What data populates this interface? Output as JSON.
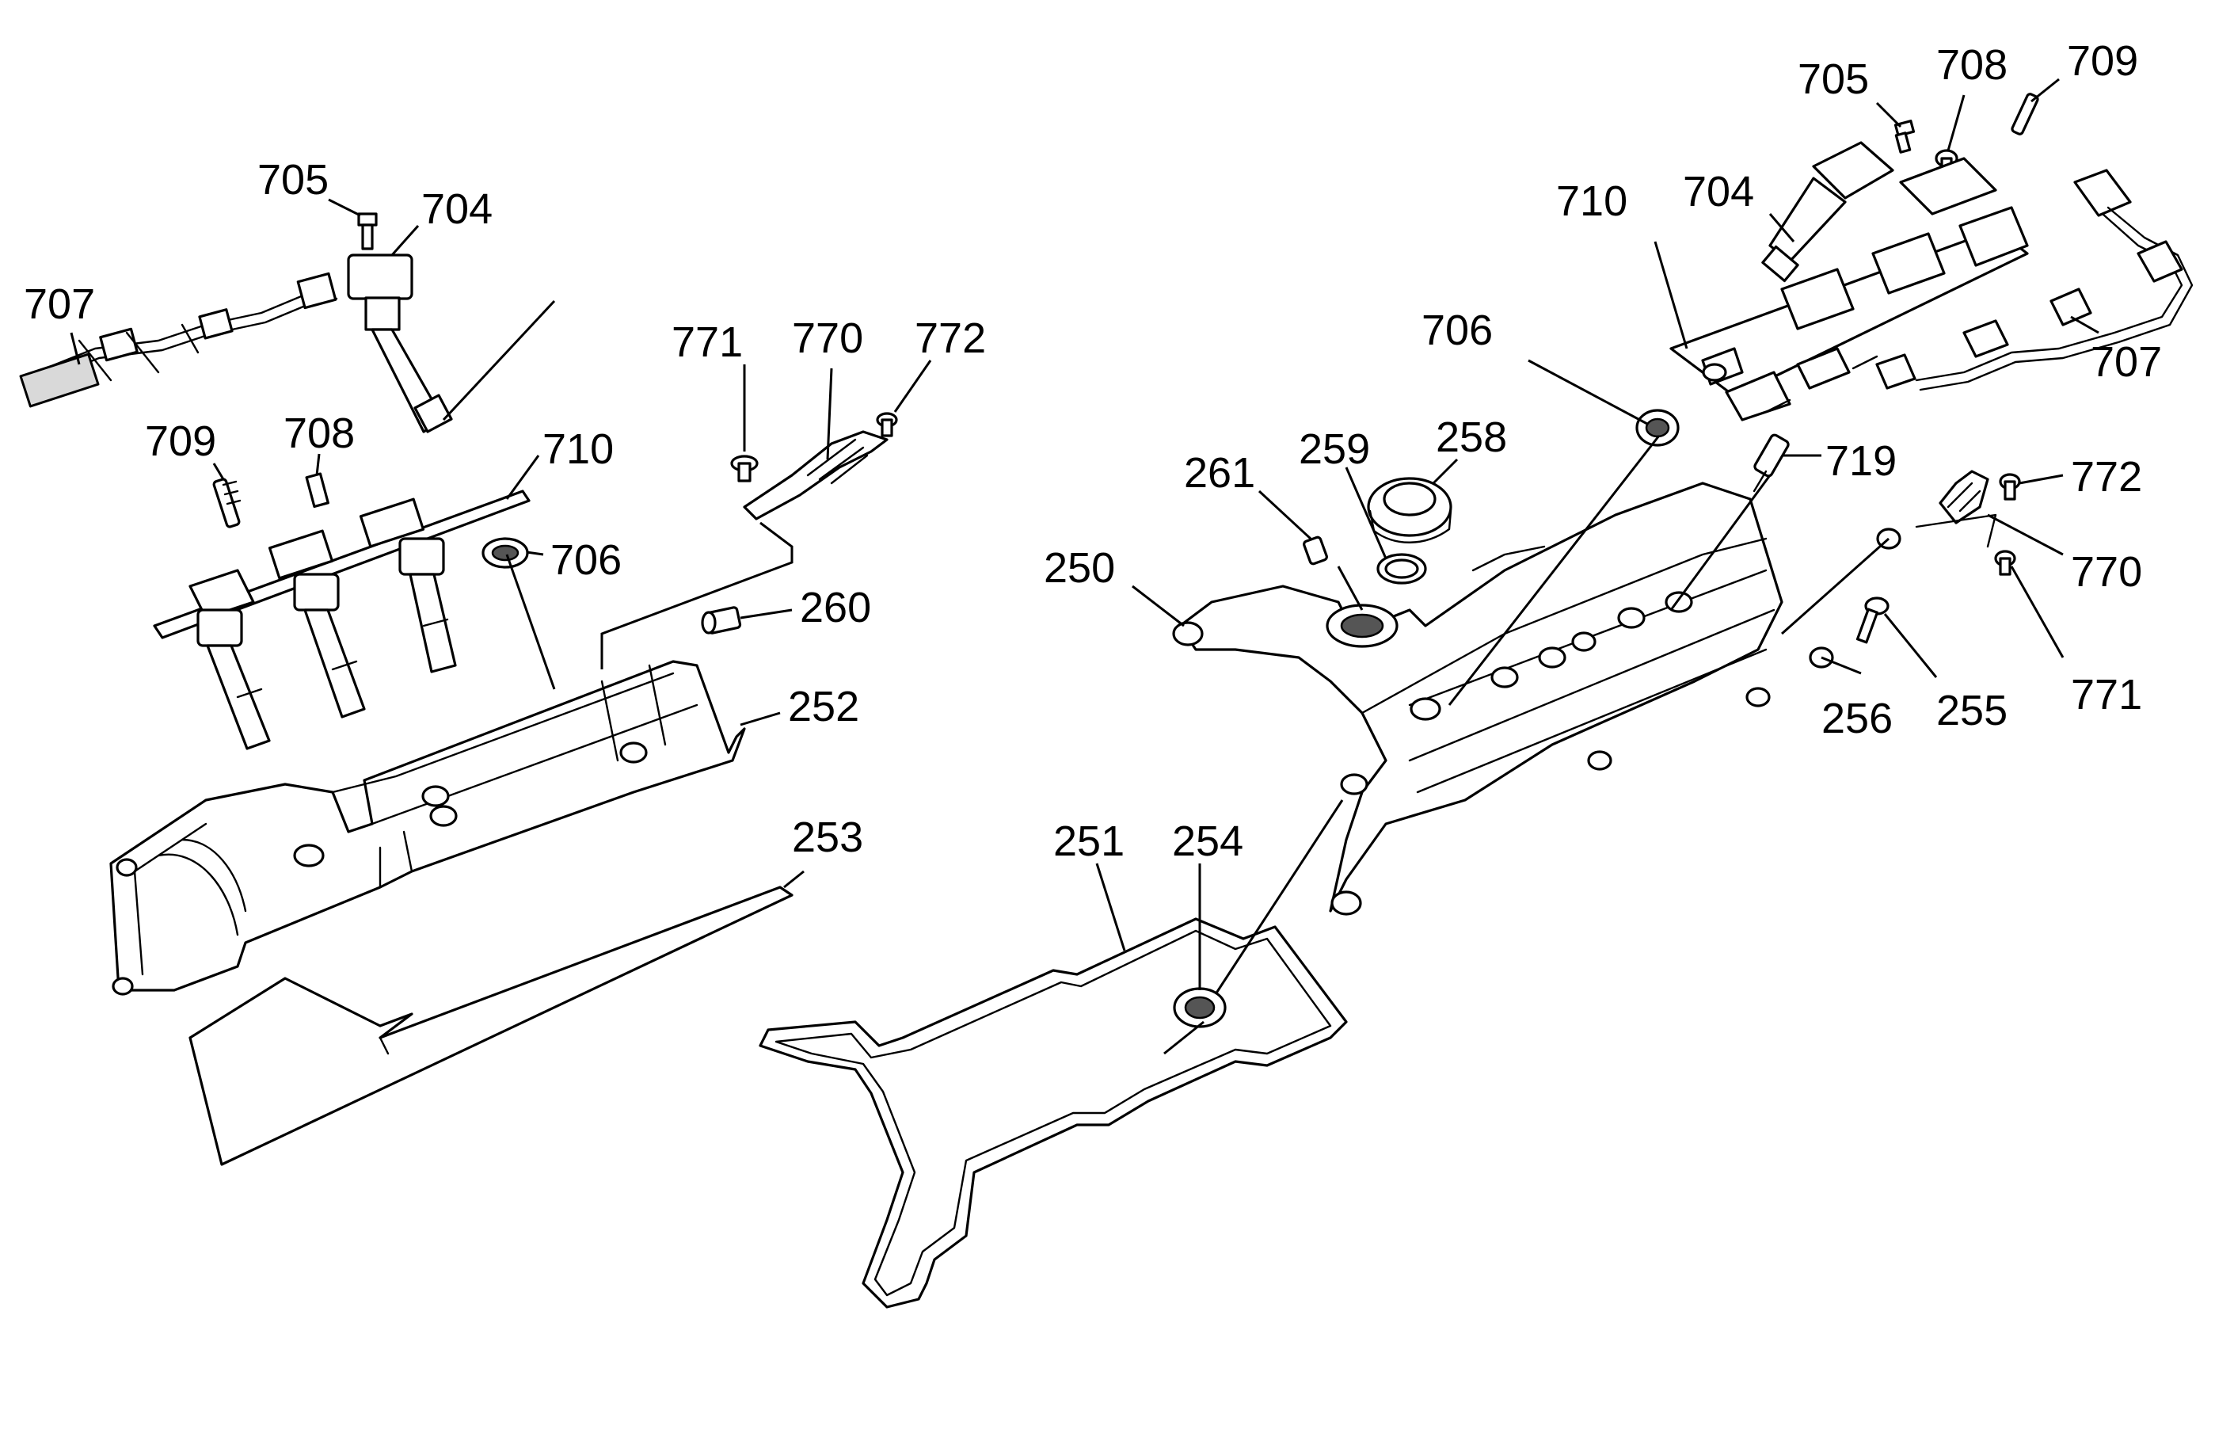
{
  "callouts": {
    "c705_left": "705",
    "c704_left": "704",
    "c707_left": "707",
    "c709_left": "709",
    "c708_left": "708",
    "c710_left": "710",
    "c706_left": "706",
    "c771_left": "771",
    "c770_left": "770",
    "c772_left": "772",
    "c260": "260",
    "c252": "252",
    "c253": "253",
    "c705_right": "705",
    "c708_right": "708",
    "c709_right": "709",
    "c710_right": "710",
    "c704_right": "704",
    "c707_right": "707",
    "c706_right": "706",
    "c258": "258",
    "c259": "259",
    "c261": "261",
    "c719": "719",
    "c250": "250",
    "c772_right": "772",
    "c770_right": "770",
    "c771_right": "771",
    "c256": "256",
    "c255": "255",
    "c251": "251",
    "c254": "254"
  }
}
